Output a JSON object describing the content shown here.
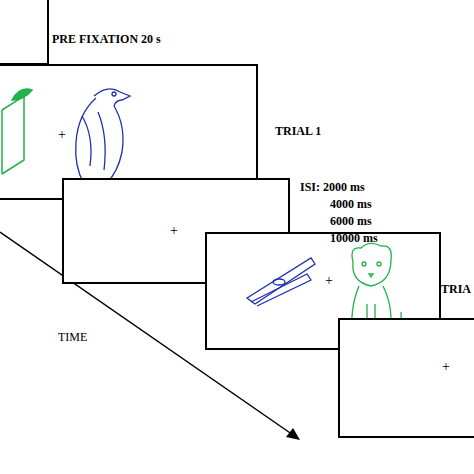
{
  "diagram": {
    "nodes": [
      {
        "text": [
          "+"
        ]
      },
      {
        "text": [
          "+"
        ]
      },
      {
        "text": [
          "+"
        ]
      },
      {
        "text": [
          "+"
        ]
      }
    ],
    "labels": [
      "PRE FIXATION 20 s",
      "TRIAL 1",
      "ISI: 2000 ms",
      "4000 ms",
      "6000 ms",
      "10000 ms",
      "TIME",
      "TRIA"
    ]
  }
}
